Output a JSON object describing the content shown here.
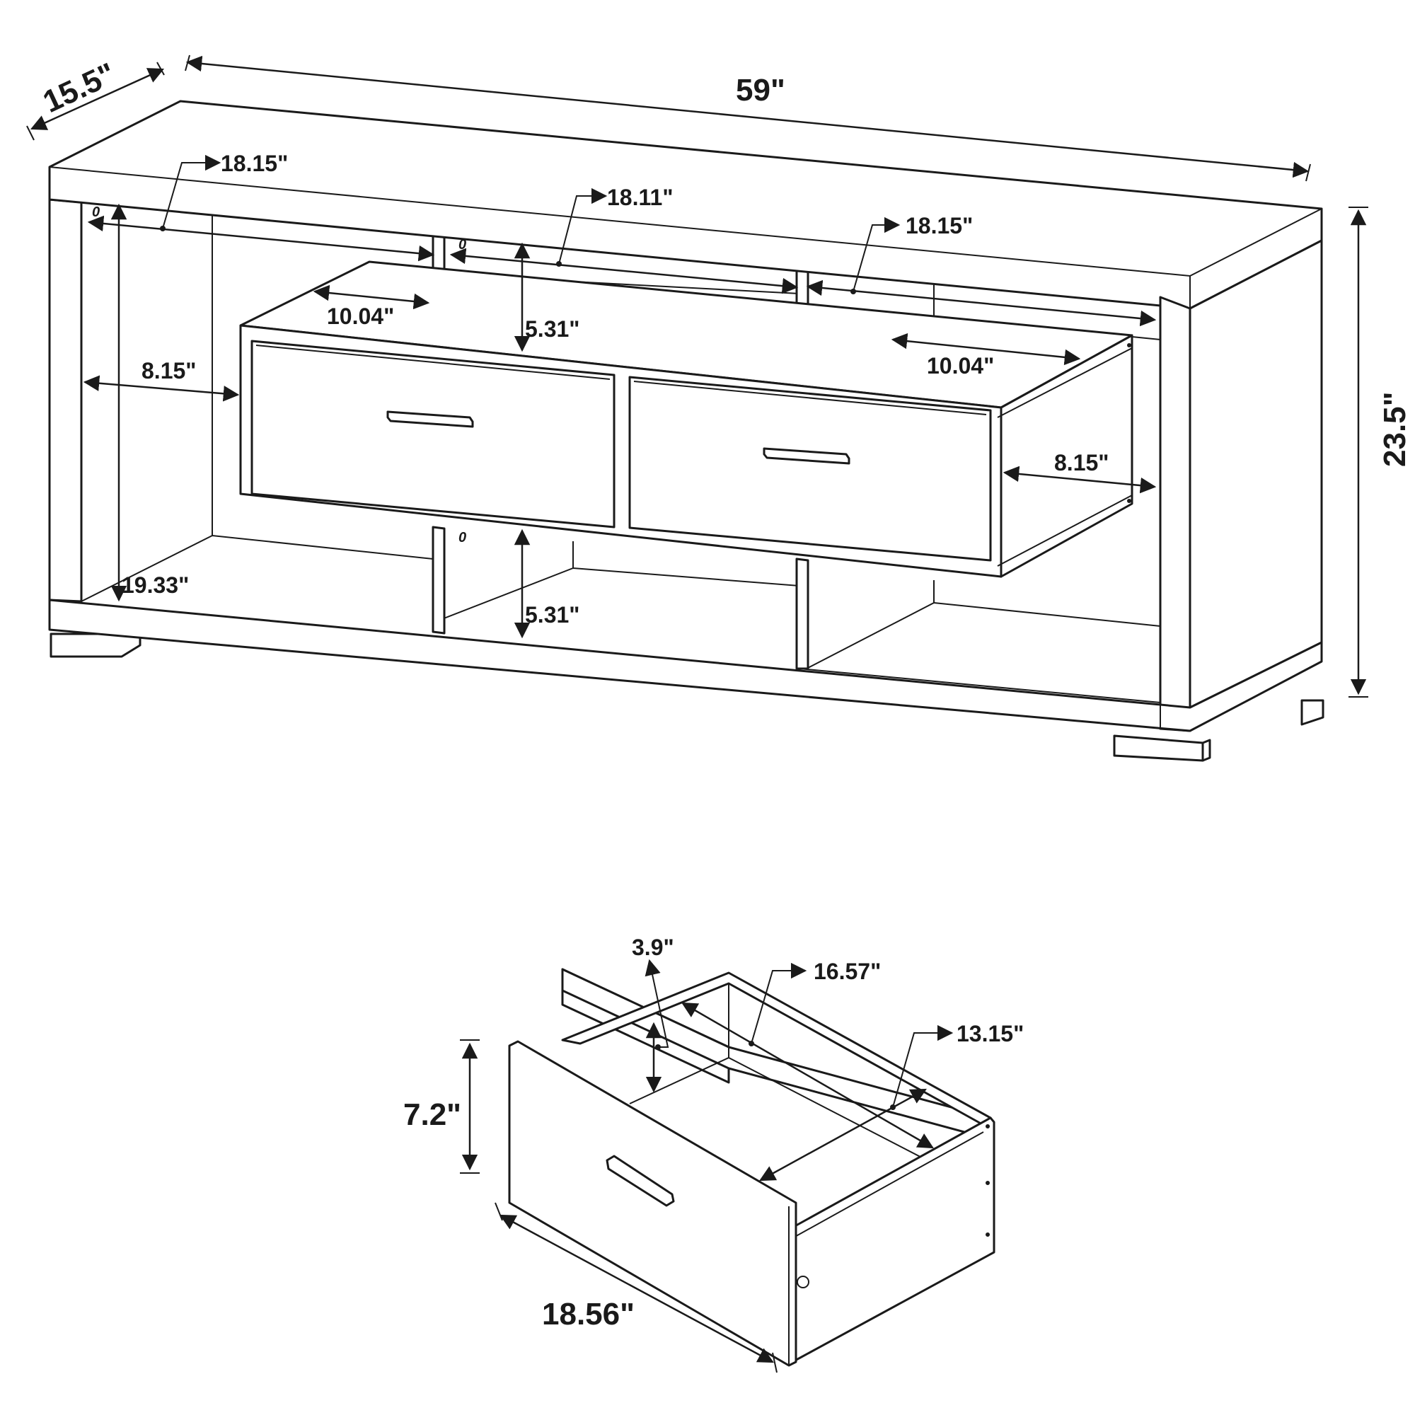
{
  "dimensions": {
    "depth": "15.5\"",
    "width": "59\"",
    "height": "23.5\"",
    "left_shelf_width": "18.15\"",
    "center_shelf_width": "18.11\"",
    "right_shelf_width": "18.15\"",
    "left_upper_depth": "10.04\"",
    "right_upper_depth": "10.04\"",
    "upper_center_height": "5.31\"",
    "lower_center_height": "5.31\"",
    "left_side_gap": "8.15\"",
    "right_side_gap": "8.15\"",
    "inner_height": "19.33\"",
    "zero_marks": [
      "0",
      "0",
      "0"
    ]
  },
  "drawer": {
    "side_height": "3.9\"",
    "inner_depth": "16.57\"",
    "inner_width": "13.15\"",
    "front_height": "7.2\"",
    "front_width": "18.56\""
  },
  "colors": {
    "line": "#1a1a1a",
    "background": "#ffffff"
  }
}
